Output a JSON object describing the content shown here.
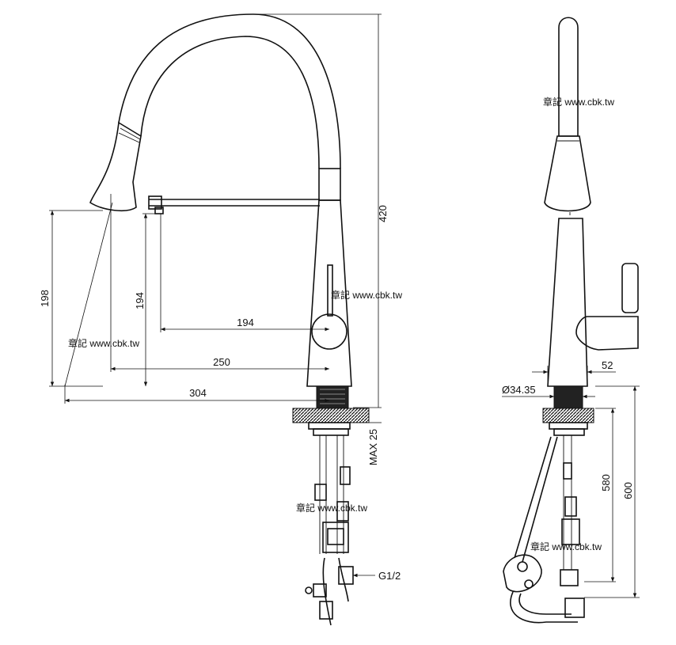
{
  "dimensions": {
    "total_height": "420",
    "handle_height": "198",
    "spout_height": "194",
    "spout_reach": "194",
    "reach_250": "250",
    "reach_304": "304",
    "max_thickness": "MAX 25",
    "connection": "G1/2",
    "base_diameter": "Ø34.35",
    "side_offset": "52",
    "hose_580": "580",
    "hose_600": "600"
  },
  "watermarks": [
    "章記 www.cbk.tw",
    "章記 www.cbk.tw",
    "章記 www.cbk.tw",
    "章記 www.cbk.tw",
    "章記 www.cbk.tw"
  ]
}
